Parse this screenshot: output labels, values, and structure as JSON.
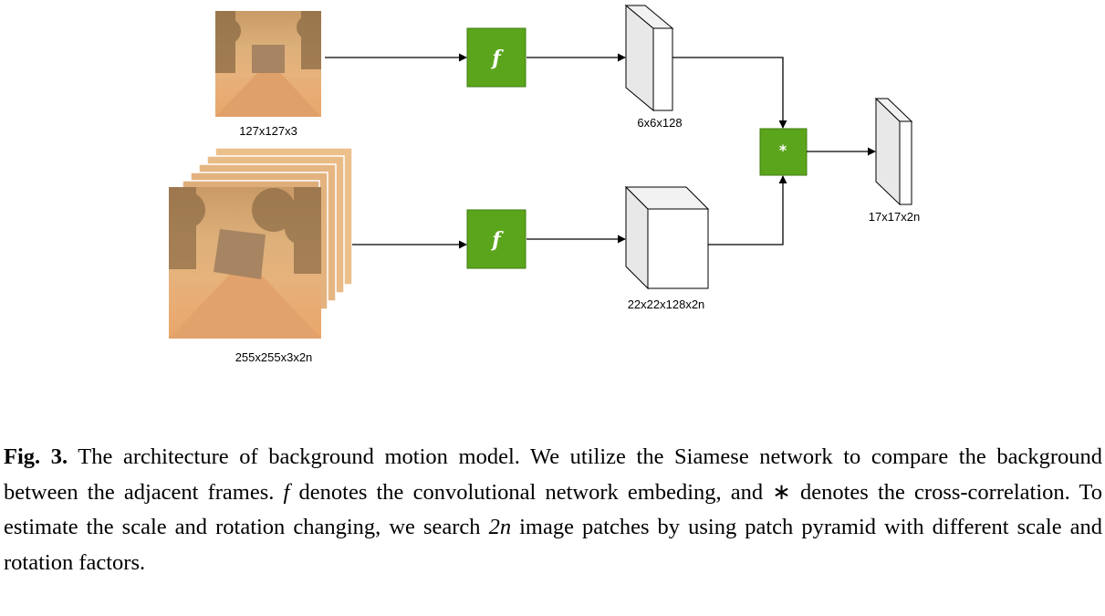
{
  "figure": {
    "template_size_label": "127x127x3",
    "search_size_label": "255x255x3x2n",
    "template_feature_label": "6x6x128",
    "search_feature_label": "22x22x128x2n",
    "output_label": "17x17x2n",
    "embedding_symbol": "f",
    "correlation_symbol": "*",
    "colors": {
      "block_green": "#5ba51c",
      "block_green_border": "#3f7d10",
      "photo_orange": "#dfa36a",
      "patch_brown": "#a78462",
      "tensor_side": "#e8e8e8"
    }
  },
  "caption": {
    "label": "Fig. 3.",
    "text_a": " The architecture of background motion model. We utilize the Siamese network to compare the background between the adjacent frames. ",
    "symbol_f": "f",
    "text_b": " denotes the convolutional network embeding, and ∗ denotes the cross-correlation. To estimate the scale and rotation changing, we search ",
    "symbol_2n": "2n",
    "text_c": " image patches by using patch pyramid with different scale and rotation factors."
  }
}
